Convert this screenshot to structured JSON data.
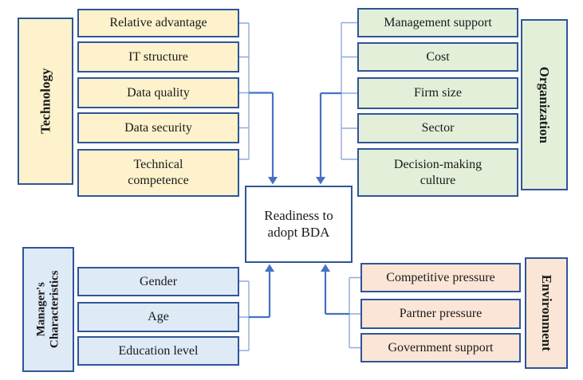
{
  "diagram": {
    "center": {
      "label": "Readiness to\nadopt BDA"
    },
    "groups": {
      "technology": {
        "label": "Technology",
        "items": [
          "Relative advantage",
          "IT structure",
          "Data quality",
          "Data security",
          "Technical\ncompetence"
        ]
      },
      "organization": {
        "label": "Organization",
        "items": [
          "Management support",
          "Cost",
          "Firm size",
          "Sector",
          "Decision-making\nculture"
        ]
      },
      "managers_characteristics": {
        "label": "Manager's\nCharacteristics",
        "items": [
          "Gender",
          "Age",
          "Education level"
        ]
      },
      "environment": {
        "label": "Environment",
        "items": [
          "Competitive pressure",
          "Partner pressure",
          "Government support"
        ]
      }
    }
  },
  "colors": {
    "background": "#ffffff",
    "text": "#1a1a1a",
    "box_border": "#2f5597",
    "arrow": "#4472c4",
    "connector_light": "#8faadc",
    "technology_fill": "#fdf2cc",
    "organization_fill": "#e3efd9",
    "managers_fill": "#deeaf6",
    "environment_fill": "#fbe5d6"
  }
}
